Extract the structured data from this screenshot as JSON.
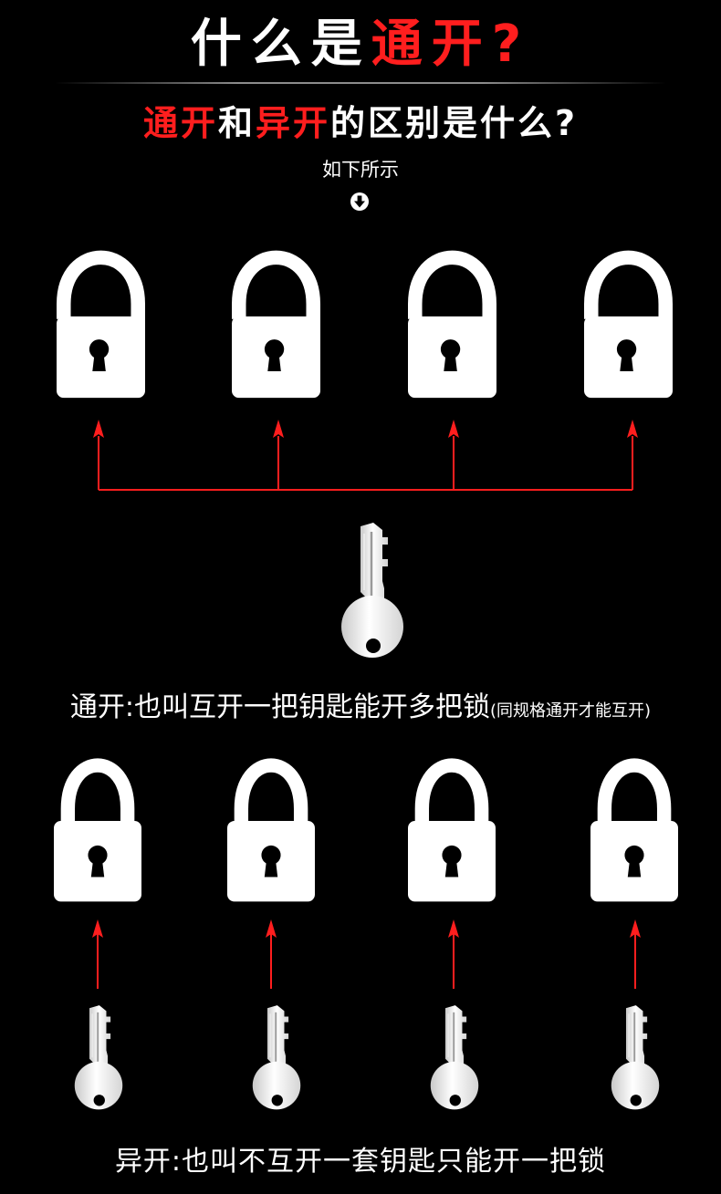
{
  "header": {
    "title_prefix": "什么是",
    "title_highlight": "通开",
    "title_suffix": "?"
  },
  "subtitle": {
    "part1": "通开",
    "part2": "和",
    "part3": "异开",
    "part4": "的区别是什么?"
  },
  "hint": "如下所示",
  "captions": {
    "tongkai": "通开:也叫互开一把钥匙能开多把锁",
    "tongkai_note": "(同规格通开才能互开)",
    "yikai": "异开:也叫不互开一套钥匙只能开一把锁"
  },
  "icons": {
    "down": "arrow-down-circle-icon",
    "open_lock": "open-padlock-icon",
    "closed_lock": "closed-padlock-icon",
    "key": "key-icon"
  },
  "colors": {
    "background": "#000000",
    "accent": "#ff1e1e",
    "icon": "#ffffff"
  }
}
